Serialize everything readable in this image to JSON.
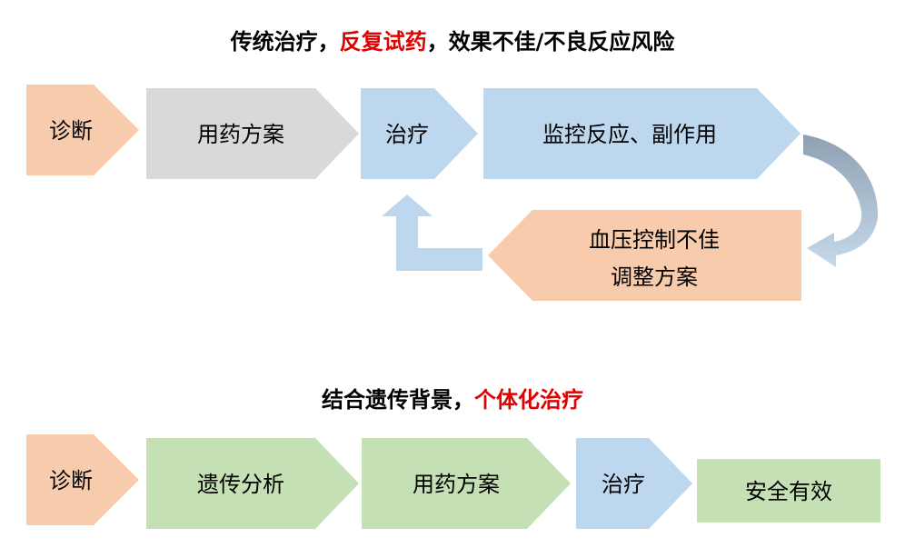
{
  "colors": {
    "orange": "#f8cbad",
    "gray": "#d9d9d9",
    "blue": "#bdd7ee",
    "green": "#c5e0b4",
    "highlight_red": "#e00000",
    "curve_dark": "#8ea1b2",
    "curve_light": "#c6d9ea"
  },
  "section1": {
    "title_normal": "传统治疗，",
    "title_highlight": "反复试药",
    "title_tail": "，效果不佳/不良反应风险",
    "diagnosis": "诊断",
    "plan": "用药方案",
    "treatment": "治疗",
    "monitor": "监控反应、副作用",
    "adjust_line1": "血压控制不佳",
    "adjust_line2": "调整方案"
  },
  "section2": {
    "title_normal": "结合遗传背景，",
    "title_highlight": "个体化治疗",
    "diagnosis": "诊断",
    "genetic": "遗传分析",
    "plan": "用药方案",
    "treatment": "治疗",
    "result": "安全有效"
  }
}
